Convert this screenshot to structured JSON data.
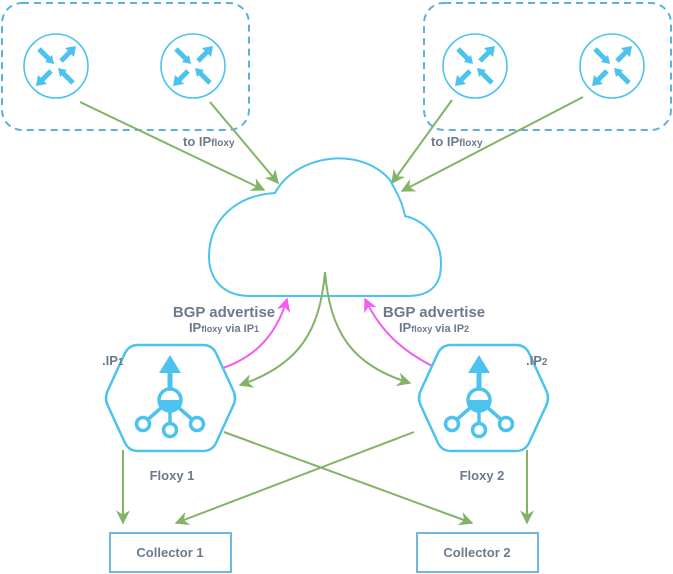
{
  "colors": {
    "node_stroke": "#4cc3ee",
    "group_stroke": "#5fb0de",
    "flow_green": "#82b366",
    "bgp_magenta": "#f45cf1",
    "label_gray": "#6c7a8c",
    "box_stroke": "#6fb6e0"
  },
  "groups": [
    {
      "name": "router-group-left",
      "routers": [
        "router-1",
        "router-2"
      ],
      "edge_label": {
        "main": "to IP",
        "sub": "floxy"
      }
    },
    {
      "name": "router-group-right",
      "routers": [
        "router-3",
        "router-4"
      ],
      "edge_label": {
        "main": "to IP",
        "sub": "floxy"
      }
    }
  ],
  "cloud": {
    "name": "network-cloud",
    "icon": "cloud-icon"
  },
  "bgp_left": {
    "line1": "BGP advertise",
    "ip": "IP",
    "sub": "floxy",
    "via": " via IP",
    "num": "1"
  },
  "bgp_right": {
    "line1": "BGP advertise",
    "ip": "IP",
    "sub": "floxy",
    "via": " via IP",
    "num": "2"
  },
  "floxy": [
    {
      "label": "Floxy 1",
      "ip_prefix": ".IP",
      "ip_num": "1",
      "icon": "floxy-hub-icon"
    },
    {
      "label": "Floxy 2",
      "ip_prefix": ".IP",
      "ip_num": "2",
      "icon": "floxy-hub-icon"
    }
  ],
  "collectors": [
    {
      "label": "Collector 1"
    },
    {
      "label": "Collector 2"
    }
  ],
  "router_icon": "router-arrows-icon"
}
